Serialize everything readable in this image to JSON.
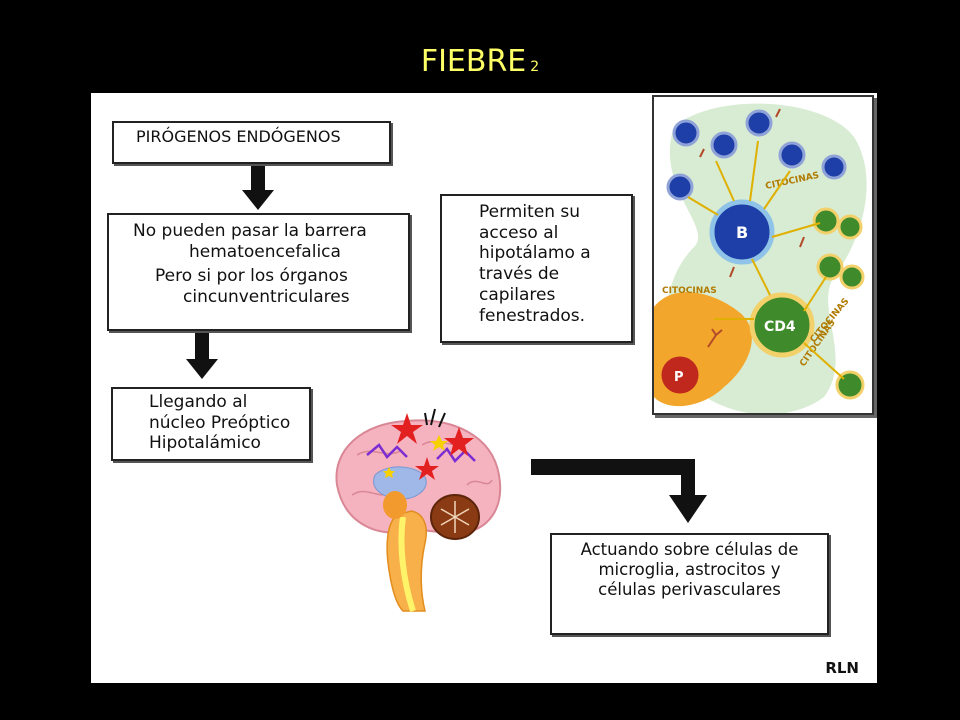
{
  "slide": {
    "title": "FIEBRE",
    "title_superscript": "2",
    "signature": "RLN"
  },
  "boxes": {
    "pirogenos": "PIRÓGENOS ENDÓGENOS",
    "barrera_line1": "No pueden pasar la barrera",
    "barrera_line2": "hematoencefalica",
    "barrera_line3": "Pero si por los órganos",
    "barrera_line4": "cincunventriculares",
    "llegando_line1": "Llegando al",
    "llegando_line2": "núcleo Preóptico",
    "llegando_line3": "Hipotalámico",
    "permiten_line1": "Permiten su",
    "permiten_line2": "acceso al",
    "permiten_line3": "hipotálamo a",
    "permiten_line4": "través de",
    "permiten_line5": "capilares",
    "permiten_line6": "fenestrados.",
    "actuando_line1": "Actuando sobre células de",
    "actuando_line2": "microglia, astrocitos y",
    "actuando_line3": "células perivasculares"
  },
  "cell_illustration": {
    "labels": [
      "B",
      "CD4",
      "P",
      "CITOCINAS",
      "CITOCINAS",
      "CITOCINAS",
      "CITOCINAS"
    ]
  },
  "colors": {
    "title": "#ffff66",
    "background": "#000000",
    "canvas": "#ffffff",
    "b_cell": "#1f3fa8",
    "cd4_cell": "#3f8a2a",
    "p_cell": "#c0281e",
    "cytokine": "#f0b400"
  }
}
